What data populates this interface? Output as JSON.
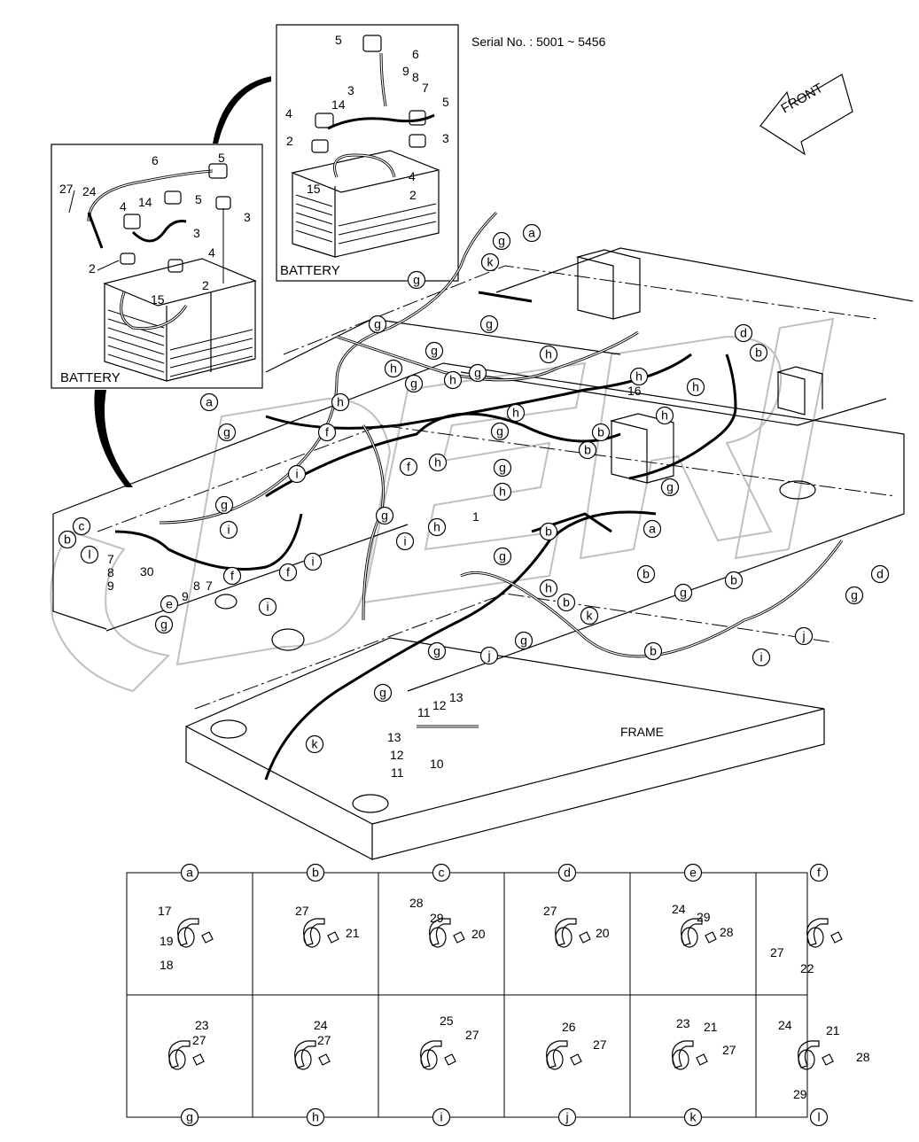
{
  "serial": "Serial No. : 5001 ~ 5456",
  "front_label": "FRONT",
  "frame_label": "FRAME",
  "battery_left": {
    "title": "BATTERY",
    "labels": [
      "6",
      "5",
      "27",
      "24",
      "14",
      "5",
      "4",
      "3",
      "3",
      "4",
      "2",
      "2",
      "15"
    ]
  },
  "battery_top": {
    "title": "BATTERY",
    "labels": [
      "5",
      "6",
      "9",
      "8",
      "7",
      "3",
      "5",
      "4",
      "14",
      "2",
      "3",
      "15",
      "4",
      "2"
    ]
  },
  "main_numbers": [
    "16",
    "1",
    "7",
    "8",
    "9",
    "30",
    "9",
    "8",
    "7",
    "13",
    "12",
    "11",
    "10",
    "13",
    "12",
    "11"
  ],
  "callouts": [
    "a",
    "g",
    "k",
    "g",
    "g",
    "g",
    "h",
    "h",
    "g",
    "h",
    "g",
    "g",
    "h",
    "h",
    "h",
    "d",
    "b",
    "h",
    "a",
    "h",
    "g",
    "f",
    "f",
    "h",
    "g",
    "g",
    "b",
    "b",
    "g",
    "h",
    "g",
    "g",
    "i",
    "i",
    "c",
    "b",
    "l",
    "e",
    "g",
    "f",
    "i",
    "f",
    "i",
    "i",
    "h",
    "a",
    "g",
    "b",
    "h",
    "b",
    "k",
    "b",
    "g",
    "b",
    "b",
    "d",
    "g",
    "i",
    "j",
    "j",
    "g",
    "g",
    "g",
    "k"
  ],
  "detail_table": {
    "columns": [
      {
        "key": "a",
        "parts": [
          "17",
          "19",
          "18"
        ]
      },
      {
        "key": "b",
        "parts": [
          "27",
          "21"
        ]
      },
      {
        "key": "c",
        "parts": [
          "28",
          "29",
          "20"
        ]
      },
      {
        "key": "d",
        "parts": [
          "27",
          "20"
        ]
      },
      {
        "key": "e",
        "parts": [
          "24",
          "29",
          "28"
        ]
      },
      {
        "key": "f",
        "parts": [
          "27",
          "22"
        ]
      }
    ],
    "bottom": [
      {
        "key": "g",
        "parts": [
          "23",
          "27"
        ]
      },
      {
        "key": "h",
        "parts": [
          "24",
          "27"
        ]
      },
      {
        "key": "i",
        "parts": [
          "25",
          "27"
        ]
      },
      {
        "key": "j",
        "parts": [
          "26",
          "27"
        ]
      },
      {
        "key": "k",
        "parts": [
          "23",
          "21",
          "27"
        ]
      },
      {
        "key": "l",
        "parts": [
          "24",
          "21",
          "28",
          "29"
        ]
      }
    ]
  },
  "colors": {
    "line": "#000000",
    "watermark": "#bfbfbf",
    "background": "#ffffff"
  }
}
